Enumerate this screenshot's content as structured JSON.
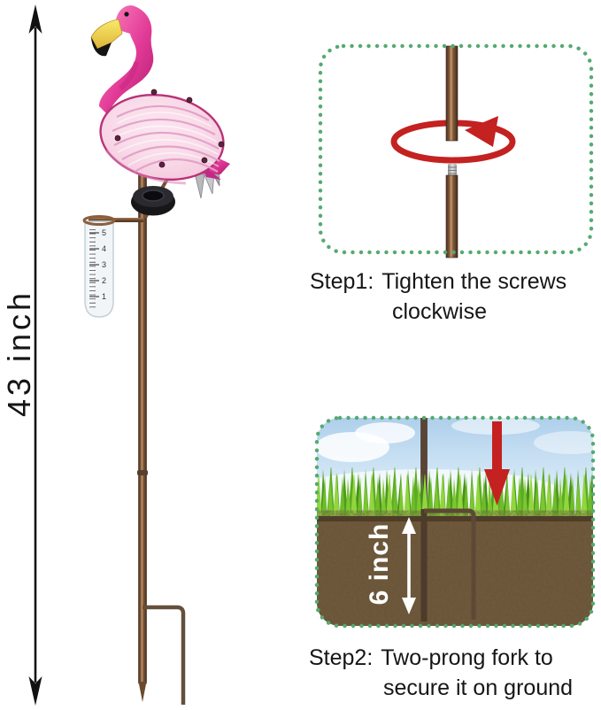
{
  "measurement": {
    "height_label": "43 inch"
  },
  "rain_gauge": {
    "ticks": [
      "5",
      "4",
      "3",
      "2",
      "1"
    ]
  },
  "step1": {
    "prefix": "Step1:",
    "line1": "Tighten the screws",
    "line2": "clockwise"
  },
  "step2": {
    "prefix": "Step2:",
    "line1": "Two-prong fork to",
    "line2": "secure it on ground",
    "depth_label": "6 inch"
  },
  "colors": {
    "dot_border": "#55aa70",
    "arrow_red": "#c42121",
    "text": "#1a1a1a",
    "flamingo_pink": "#e23b97",
    "bronze": "#8a5a36"
  }
}
